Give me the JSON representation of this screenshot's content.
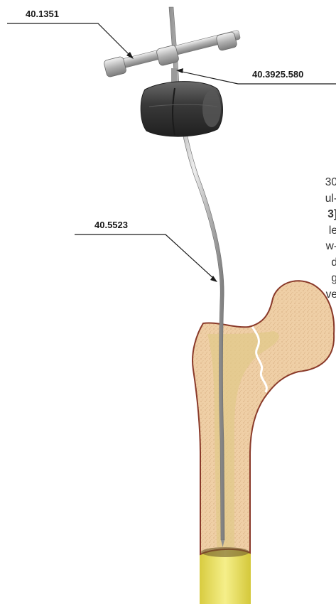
{
  "labels": {
    "top_left": "40.1351",
    "top_right": "40.3925.580",
    "middle": "40.5523"
  },
  "text_fragment": {
    "lines": [
      "30",
      "ul-",
      "3]",
      "le",
      "w-",
      "d",
      "g",
      "ve"
    ]
  },
  "colors": {
    "bone_fill": "#efcfa6",
    "bone_outline": "#8a3a2a",
    "medullary": "#e2c98a",
    "diaphysis": "#f0ea7a",
    "rod": "#b7b7b7",
    "handle": "#3c3c3c",
    "fracture": "#ffffff"
  }
}
